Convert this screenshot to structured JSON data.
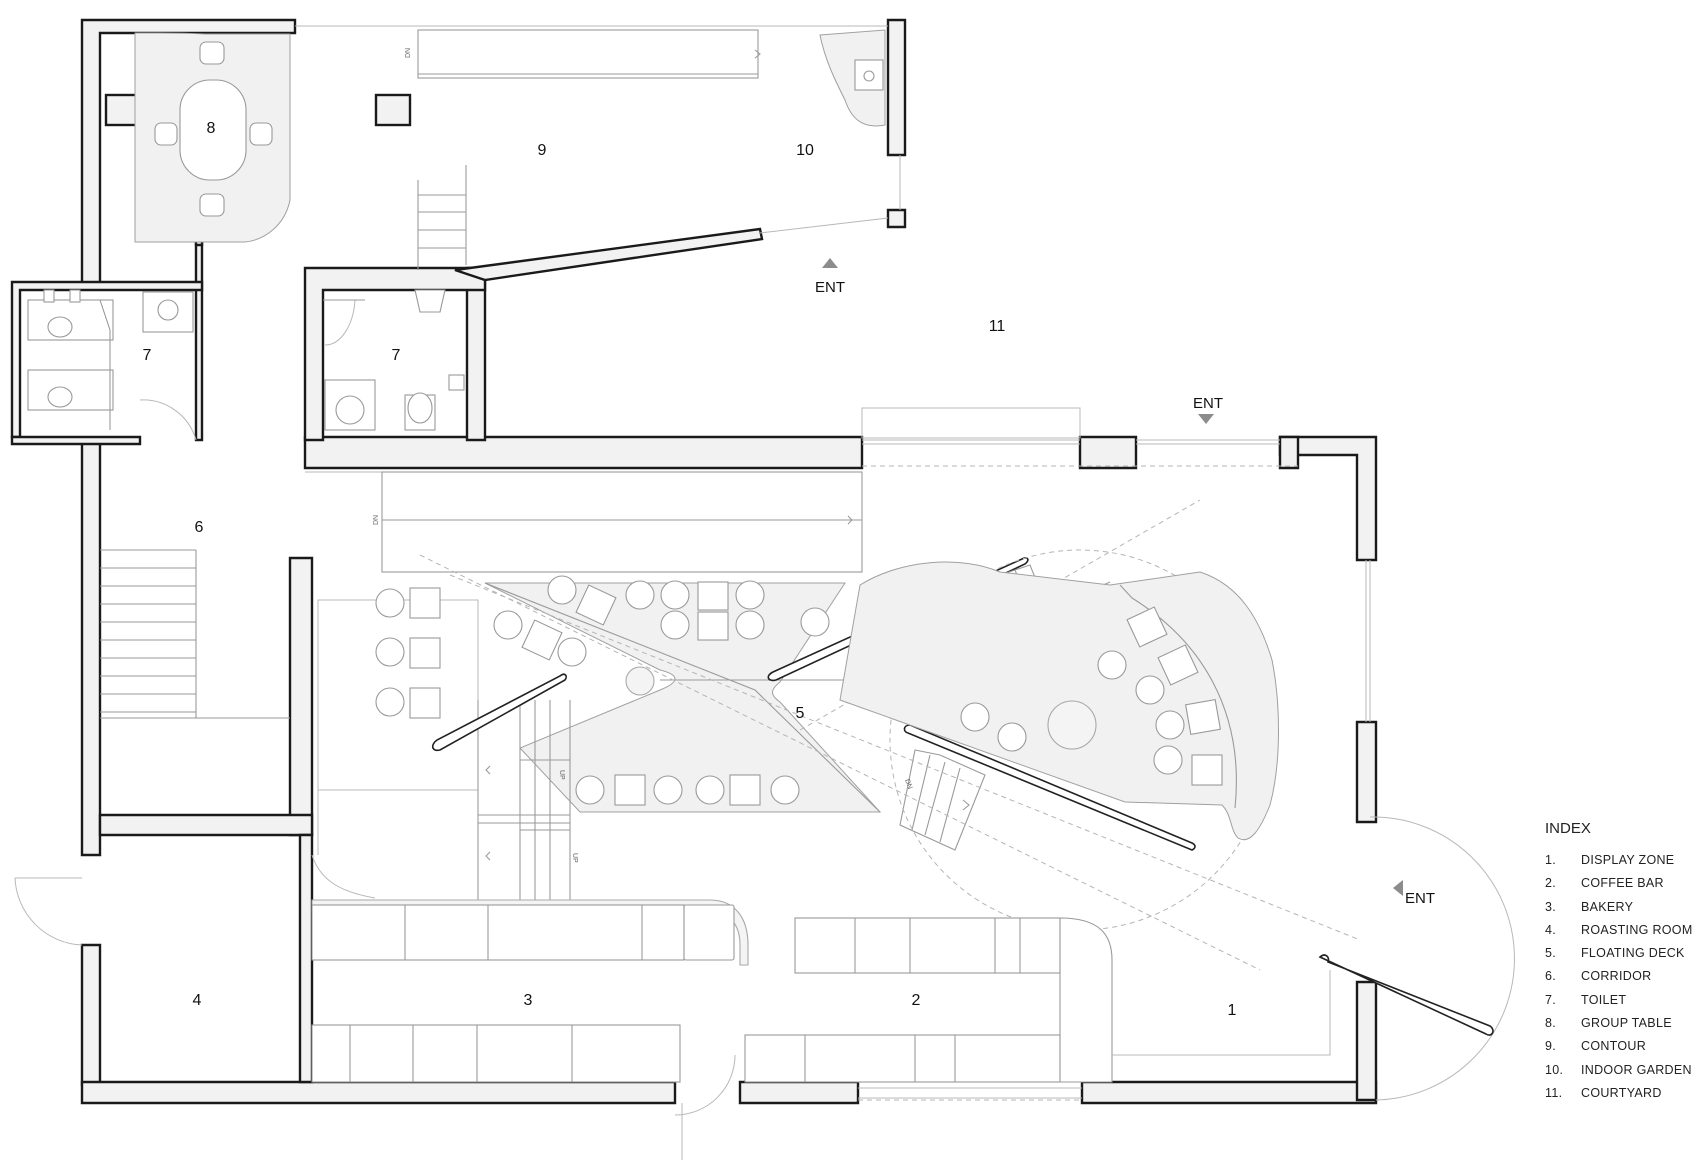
{
  "plan": {
    "rooms": [
      {
        "id": "1",
        "label": "1"
      },
      {
        "id": "2",
        "label": "2"
      },
      {
        "id": "3",
        "label": "3"
      },
      {
        "id": "4",
        "label": "4"
      },
      {
        "id": "5",
        "label": "5"
      },
      {
        "id": "6",
        "label": "6"
      },
      {
        "id": "7a",
        "label": "7"
      },
      {
        "id": "7b",
        "label": "7"
      },
      {
        "id": "8",
        "label": "8"
      },
      {
        "id": "9",
        "label": "9"
      },
      {
        "id": "10",
        "label": "10"
      },
      {
        "id": "11",
        "label": "11"
      }
    ],
    "entrances": {
      "top": "ENT",
      "middle": "ENT",
      "right": "ENT"
    },
    "stair_labels": {
      "dn": "DN",
      "up": "UP"
    }
  },
  "legend": {
    "title": "INDEX",
    "items": [
      {
        "num": "1.",
        "label": "DISPLAY ZONE"
      },
      {
        "num": "2.",
        "label": "COFFEE BAR"
      },
      {
        "num": "3.",
        "label": "BAKERY"
      },
      {
        "num": "4.",
        "label": "ROASTING ROOM"
      },
      {
        "num": "5.",
        "label": "FLOATING DECK"
      },
      {
        "num": "6.",
        "label": "CORRIDOR"
      },
      {
        "num": "7.",
        "label": "TOILET"
      },
      {
        "num": "8.",
        "label": "GROUP TABLE"
      },
      {
        "num": "9.",
        "label": "CONTOUR"
      },
      {
        "num": "10.",
        "label": "INDOOR GARDEN"
      },
      {
        "num": "11.",
        "label": "COURTYARD"
      }
    ]
  }
}
